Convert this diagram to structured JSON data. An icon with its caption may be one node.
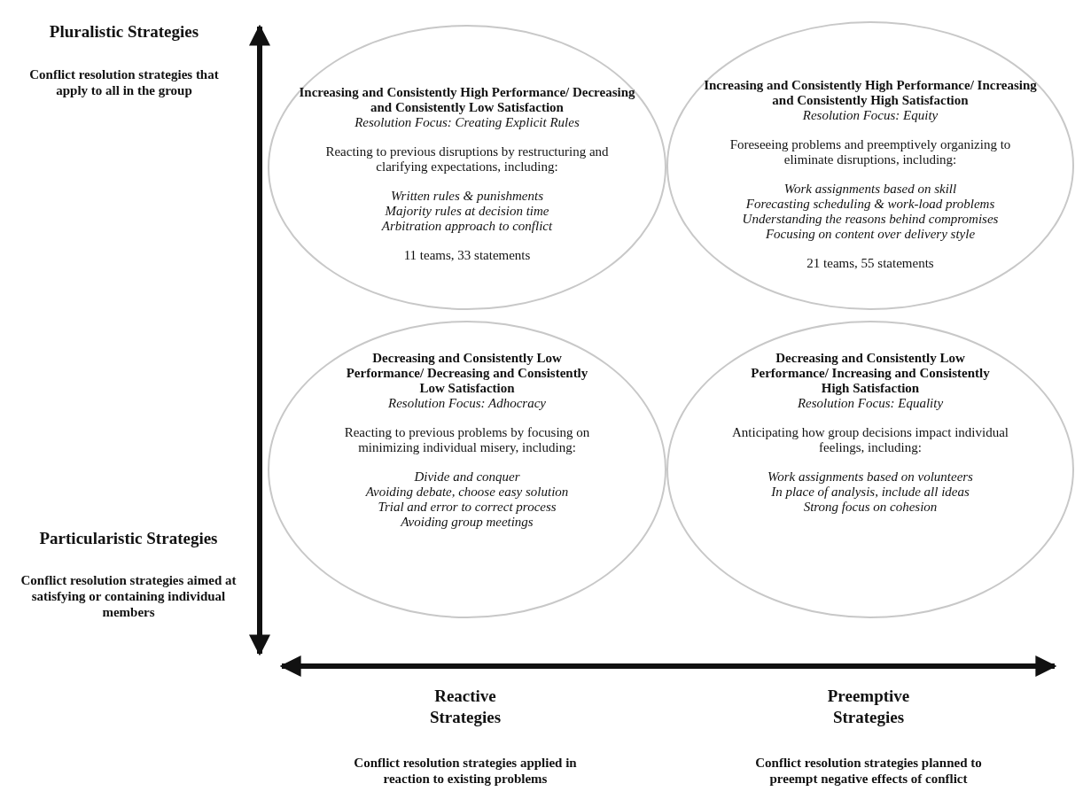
{
  "diagram": {
    "nodes": [
      {
        "text": [
          "Increasing and Consistently High Performance/ Decreasing and Consistently Low Satisfaction",
          "Resolution Focus: Creating Explicit Rules",
          "Reacting to previous disruptions by restructuring and clarifying expectations, including:",
          "Written rules & punishments",
          "Majority rules at decision time",
          "Arbitration approach to conflict",
          "11 teams, 33 statements"
        ]
      },
      {
        "text": [
          "Increasing and Consistently High Performance/ Increasing and Consistently High Satisfaction",
          "Resolution Focus: Equity",
          "Foreseeing problems and preemptively organizing to eliminate disruptions, including:",
          "Work assignments based on skill",
          "Forecasting scheduling & work-load problems",
          "Understanding the reasons behind compromises",
          "Focusing on content over delivery style",
          "21 teams, 55 statements"
        ]
      },
      {
        "text": [
          "Decreasing and Consistently Low Performance/ Decreasing and Consistently Low Satisfaction",
          "Resolution Focus: Adhocracy",
          "Reacting to previous problems by focusing on minimizing individual misery, including:",
          "Divide and conquer",
          "Avoiding debate, choose easy solution",
          "Trial and error to correct process",
          "Avoiding group meetings"
        ]
      },
      {
        "text": [
          "Decreasing and Consistently Low Performance/ Increasing and Consistently High Satisfaction",
          "Resolution Focus: Equality",
          "Anticipating how group decisions impact individual feelings, including:",
          "Work assignments based on volunteers",
          "In place of analysis, include all ideas",
          "Strong focus on cohesion"
        ]
      }
    ],
    "edges": [],
    "labels": [
      "Pluralistic Strategies",
      "Conflict resolution strategies that apply to all in the group",
      "Particularistic Strategies",
      "Conflict resolution strategies aimed at satisfying or containing individual members",
      "Reactive Strategies",
      "Conflict resolution strategies applied in reaction to existing problems",
      "Preemptive Strategies",
      "Conflict resolution strategies planned to preempt negative effects of conflict"
    ]
  }
}
